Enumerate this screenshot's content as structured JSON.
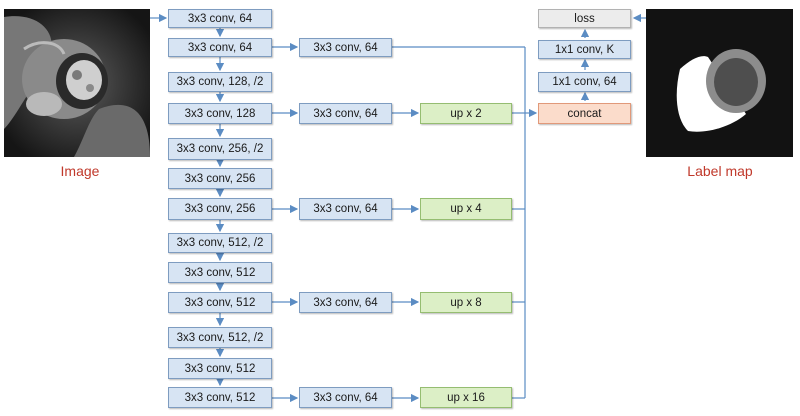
{
  "image_caption": "Image",
  "label_caption": "Label map",
  "encoder": [
    "3x3 conv, 64",
    "3x3 conv, 64",
    "3x3 conv, 128, /2",
    "3x3 conv, 128",
    "3x3 conv, 256, /2",
    "3x3 conv, 256",
    "3x3 conv, 256",
    "3x3 conv, 512, /2",
    "3x3 conv, 512",
    "3x3 conv, 512",
    "3x3 conv, 512, /2",
    "3x3 conv, 512",
    "3x3 conv, 512"
  ],
  "branches": [
    {
      "conv": "3x3 conv, 64",
      "up": ""
    },
    {
      "conv": "3x3 conv, 64",
      "up": "up x 2"
    },
    {
      "conv": "3x3 conv, 64",
      "up": "up x 4"
    },
    {
      "conv": "3x3 conv, 64",
      "up": "up x 8"
    },
    {
      "conv": "3x3 conv, 64",
      "up": "up x 16"
    }
  ],
  "head": {
    "concat": "concat",
    "conv_a": "1x1 conv, 64",
    "conv_b": "1x1 conv, K",
    "loss": "loss"
  },
  "colors": {
    "arrow": "#5b8cc3",
    "conv_fill": "#d7e4f3",
    "up_fill": "#dcefc6",
    "concat_fill": "#fbdccb",
    "loss_fill": "#ececec",
    "caption": "#c0392b"
  }
}
